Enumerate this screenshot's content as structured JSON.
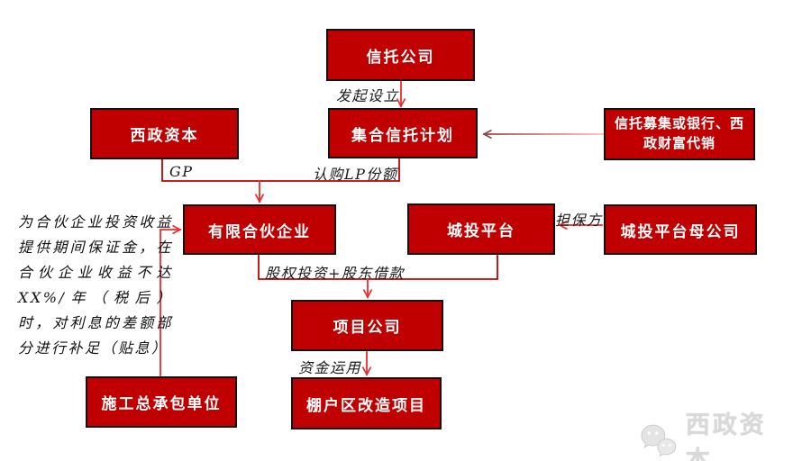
{
  "diagram": {
    "nodes": {
      "trust_company": {
        "label": "信托公司"
      },
      "collective_trust_plan": {
        "label": "集合信托计划"
      },
      "xizheng_capital": {
        "label": "西政资本"
      },
      "distribution_channel": {
        "label": "信托募集或银行、西政财富代销"
      },
      "limited_partnership": {
        "label": "有限合伙企业"
      },
      "city_investment_platform": {
        "label": "城投平台"
      },
      "city_platform_parent": {
        "label": "城投平台母公司"
      },
      "project_company": {
        "label": "项目公司"
      },
      "shantytown_project": {
        "label": "棚户区改造项目"
      },
      "general_contractor": {
        "label": "施工总承包单位"
      }
    },
    "edge_labels": {
      "initiate": "发起设立",
      "gp": "GP",
      "subscribe_lp": "认购LP份额",
      "guarantor": "担保方",
      "equity_loan": "股权投资+股东借款",
      "fund_use": "资金运用"
    },
    "edges": [
      {
        "from": "信托公司",
        "to": "集合信托计划",
        "label": "发起设立"
      },
      {
        "from": "西政资本",
        "to": "有限合伙企业",
        "label": "GP"
      },
      {
        "from": "集合信托计划",
        "to": "有限合伙企业",
        "label": "认购LP份额"
      },
      {
        "from": "信托募集或银行、西政财富代销",
        "to": "集合信托计划",
        "label": ""
      },
      {
        "from": "城投平台母公司",
        "to": "城投平台",
        "label": "担保方"
      },
      {
        "from": "有限合伙企业",
        "to": "项目公司",
        "label": "股权投资+股东借款"
      },
      {
        "from": "城投平台",
        "to": "项目公司",
        "label": "股权投资+股东借款"
      },
      {
        "from": "项目公司",
        "to": "棚户区改造项目",
        "label": "资金运用"
      },
      {
        "from": "施工总承包单位",
        "to": "有限合伙企业",
        "label": ""
      }
    ],
    "annotation": "为合伙企业投资收益提供期间保证金，在合伙企业收益不达XX%/年（税后）时，对利息的差额部分进行补足（贴息）",
    "watermark": {
      "text": "西政资本",
      "icon": "wechat-logo"
    }
  },
  "colors": {
    "box_fill": "#c00000",
    "box_border": "#111111",
    "line_dark": "#c00000",
    "arrow_red": "#ee2b2b",
    "gradient_start": "#8f4444",
    "gradient_end": "#f6bebe",
    "label_ink": "#1a1a1a",
    "watermark_gray": "#d9d9d9"
  }
}
